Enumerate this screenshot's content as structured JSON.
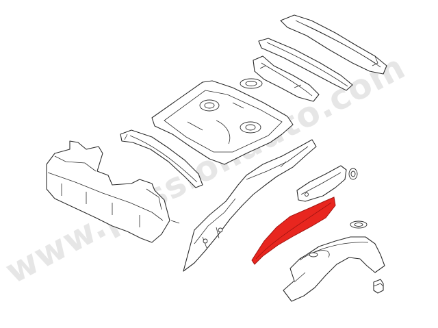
{
  "watermark": {
    "text": "www.passionauto.com"
  },
  "colors": {
    "highlight": "#e8261f",
    "line": "#2a2a2a",
    "watermark": "#cfcfcf",
    "background": "#ffffff"
  },
  "parts": [
    {
      "id": "rear-parcel-shelf"
    },
    {
      "id": "upper-cross-member"
    },
    {
      "id": "rear-floor-pan"
    },
    {
      "id": "left-rear-rail"
    },
    {
      "id": "front-floor-cross-member"
    },
    {
      "id": "right-inner-side-panel"
    },
    {
      "id": "reinforcement-bracket"
    },
    {
      "id": "wheel-arch-inner-highlighted"
    },
    {
      "id": "rear-wheel-arch"
    },
    {
      "id": "small-bracket"
    }
  ]
}
